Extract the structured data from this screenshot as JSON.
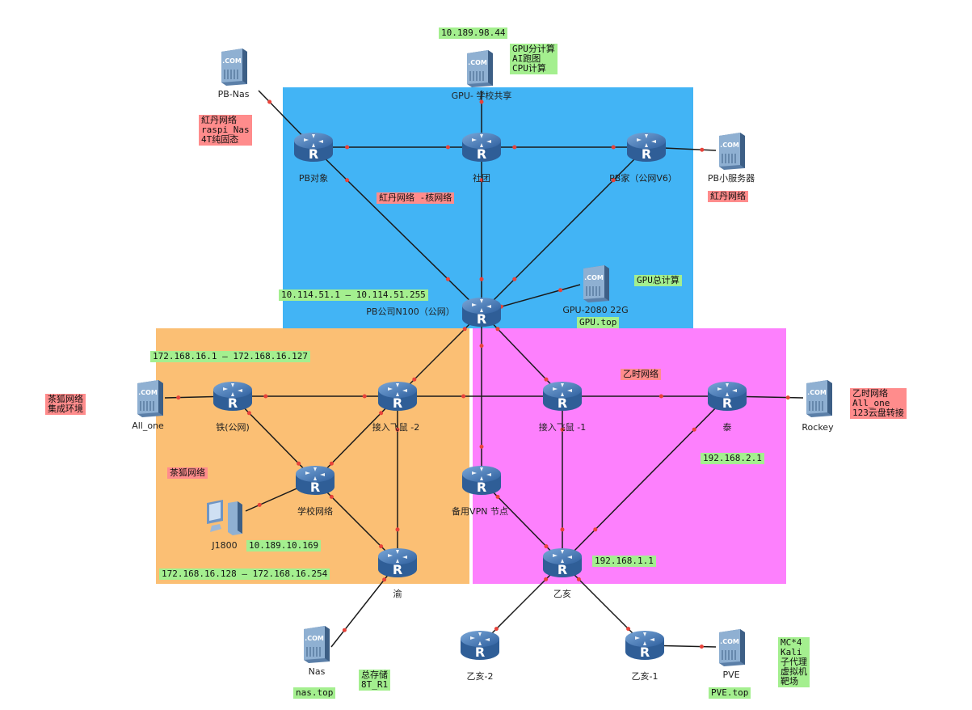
{
  "zones": {
    "core_label": "紅丹网络 -核网络",
    "right_label": "乙时网络",
    "left_label": "茶狐网络"
  },
  "nodes": {
    "pb_nas": "PB-Nas",
    "gpu_school": "GPU- 学校共享",
    "pb_object": "PB对象",
    "shetuan": "社团",
    "pb_home": "PB家（公网V6）",
    "pb_small_server": "PB小服务器",
    "pb_company": "PB公司N100（公网）",
    "gpu_2080": "GPU-2080 22G",
    "all_one": "All_one",
    "tie": "铁(公网)",
    "access2": "接入飞鼠 -2",
    "access1": "接入飞鼠 -1",
    "tai": "泰",
    "rockey": "Rockey",
    "school_net": "学校网络",
    "j1800": "J1800",
    "backup_vpn": "备用VPN 节点",
    "yu": "渝",
    "yihai": "乙亥",
    "nas": "Nas",
    "yihai2": "乙亥-2",
    "yihai1": "乙亥-1",
    "pve": "PVE"
  },
  "tags": {
    "ip_gpu_school": "10.189.98.44",
    "gpu_purpose": "GPU分计算\nAI跑图\nCPU计算",
    "hongdan_nas": "紅丹网络\nraspi_Nas\n4T纯固态",
    "hongdan_small": "紅丹网络",
    "ip_range_company": "10.114.51.1 — 10.114.51.255",
    "gpu_total": "GPU总计算",
    "gpu_top": "GPU.top",
    "ip_range_left_top": "172.168.16.1 — 172.168.16.127",
    "chahu_integrated": "茶狐网络\n集成环境",
    "chahu_net": "茶狐网络",
    "ip_j1800": "10.189.10.169",
    "ip_range_left_bottom": "172.168.16.128 — 172.168.16.254",
    "storage_total": "总存储\n8T_R1",
    "nas_top": "nas.top",
    "yishi_right": "乙时网络\nAll_one\n123云盘转接",
    "ip_tai": "192.168.2.1",
    "ip_yihai": "192.168.1.1",
    "pve_top": "PVE.top",
    "pve_services": "MC*4\nKali\n子代理\n虚拟机\n靶场"
  },
  "colors": {
    "core_zone": "#42b4f5",
    "left_zone": "#fbbf74",
    "right_zone": "#fd80fd",
    "green_tag": "#a4ef8f",
    "red_tag": "#ff8c8c",
    "link_dot": "#e8433a"
  },
  "icons": {
    "router": "router-icon",
    "server": "server-icon",
    "pc": "pc-icon"
  }
}
